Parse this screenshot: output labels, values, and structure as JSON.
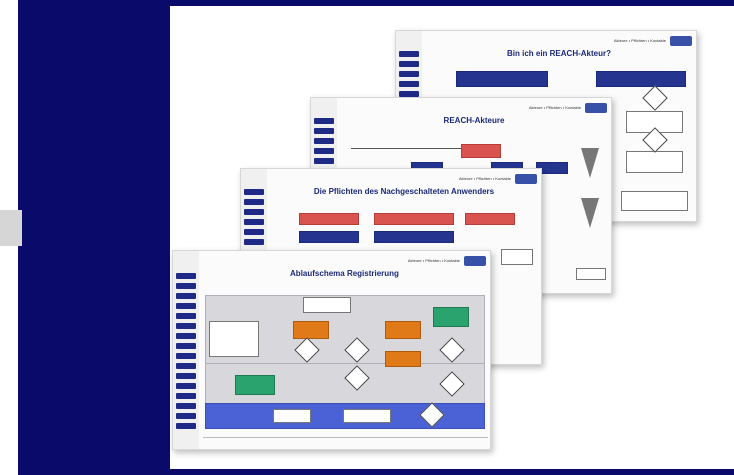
{
  "slides": [
    {
      "title": "Bin ich ein REACH-Akteur?",
      "breadcrumb": "Akteure • Pflichten • Kontakte",
      "logo": "brand-logo"
    },
    {
      "title": "REACH-Akteure",
      "breadcrumb": "Akteure • Pflichten • Kontakte",
      "logo": "brand-logo"
    },
    {
      "title": "Die Pflichten des Nachgeschalteten Anwenders",
      "breadcrumb": "Akteure • Pflichten • Kontakte",
      "logo": "brand-logo"
    },
    {
      "title": "Ablaufschema Registrierung",
      "breadcrumb": "Akteure • Pflichten • Kontakte",
      "logo": "brand-logo"
    }
  ],
  "colors": {
    "frame": "#0a0a6b",
    "accent_blue": "#25348f",
    "accent_red": "#d9534f",
    "accent_orange": "#e07a18",
    "accent_green": "#2aa36f"
  }
}
